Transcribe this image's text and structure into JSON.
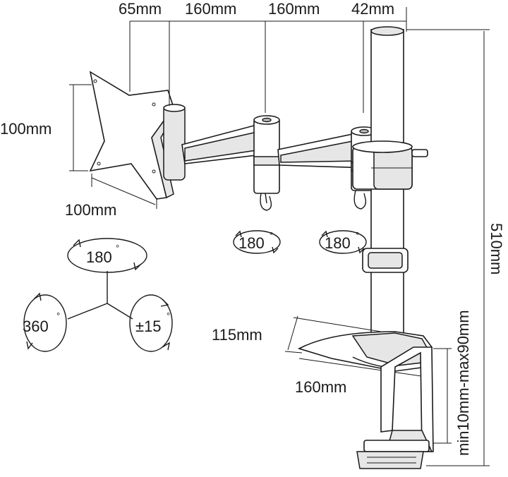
{
  "dimensions": {
    "top_65": "65mm",
    "top_160a": "160mm",
    "top_160b": "160mm",
    "top_42": "42mm",
    "plate_height": "100mm",
    "plate_width": "100mm",
    "base_depth": "115mm",
    "base_width": "160mm",
    "total_height": "510mm",
    "clamp_range": "min10mm-max90mm"
  },
  "rotations": {
    "tilt": "180",
    "swivel": "360",
    "level": "±15",
    "joint1": "180",
    "joint2": "180",
    "degree_symbol": "°"
  },
  "colors": {
    "line": "#1a1a1a",
    "shade": "#e6e6e6",
    "dark": "#bdbdbd"
  }
}
